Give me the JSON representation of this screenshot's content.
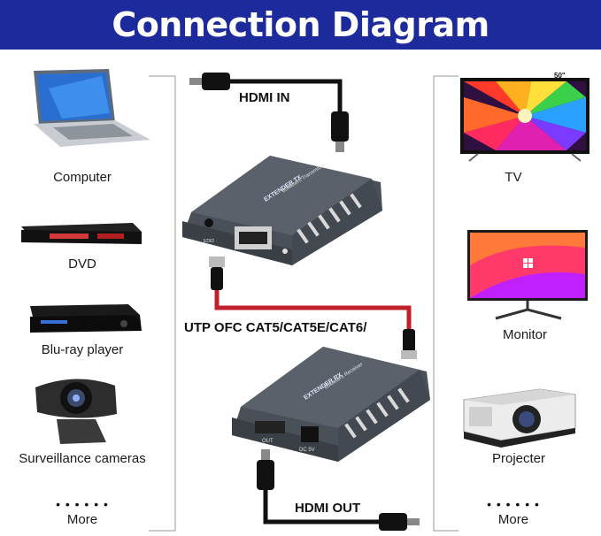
{
  "title": "Connection Diagram",
  "left_devices": [
    {
      "label": "Computer",
      "icon": "laptop-icon"
    },
    {
      "label": "DVD",
      "icon": "dvd-player-icon"
    },
    {
      "label": "Blu-ray player",
      "icon": "bluray-player-icon"
    },
    {
      "label": "Surveillance cameras",
      "icon": "webcam-icon"
    },
    {
      "label": "More",
      "icon": "more-dots-icon"
    }
  ],
  "right_devices": [
    {
      "label": "TV",
      "icon": "tv-icon"
    },
    {
      "label": "Monitor",
      "icon": "monitor-icon"
    },
    {
      "label": "Projecter",
      "icon": "projector-icon"
    },
    {
      "label": "More",
      "icon": "more-dots-icon"
    }
  ],
  "cables": {
    "hdmi_in": "HDMI IN",
    "utp": "UTP OFC CAT5/CAT5E/CAT6/",
    "hdmi_out": "HDMI OUT"
  },
  "transmitter": {
    "stripe": "EXTENDER TX",
    "sub": "60Meters  Transmitter",
    "port": "EDID"
  },
  "receiver": {
    "stripe": "EXTENDER RX",
    "sub": "60Meters  Receiver",
    "port_out": "OUT",
    "port_dc": "DC 5V"
  },
  "tv_badge": "50\"",
  "more_dots": "• • • • • •",
  "colors": {
    "banner": "#1d2a9c",
    "cable_red": "#c0202a",
    "device_gray": "#4a5058"
  }
}
